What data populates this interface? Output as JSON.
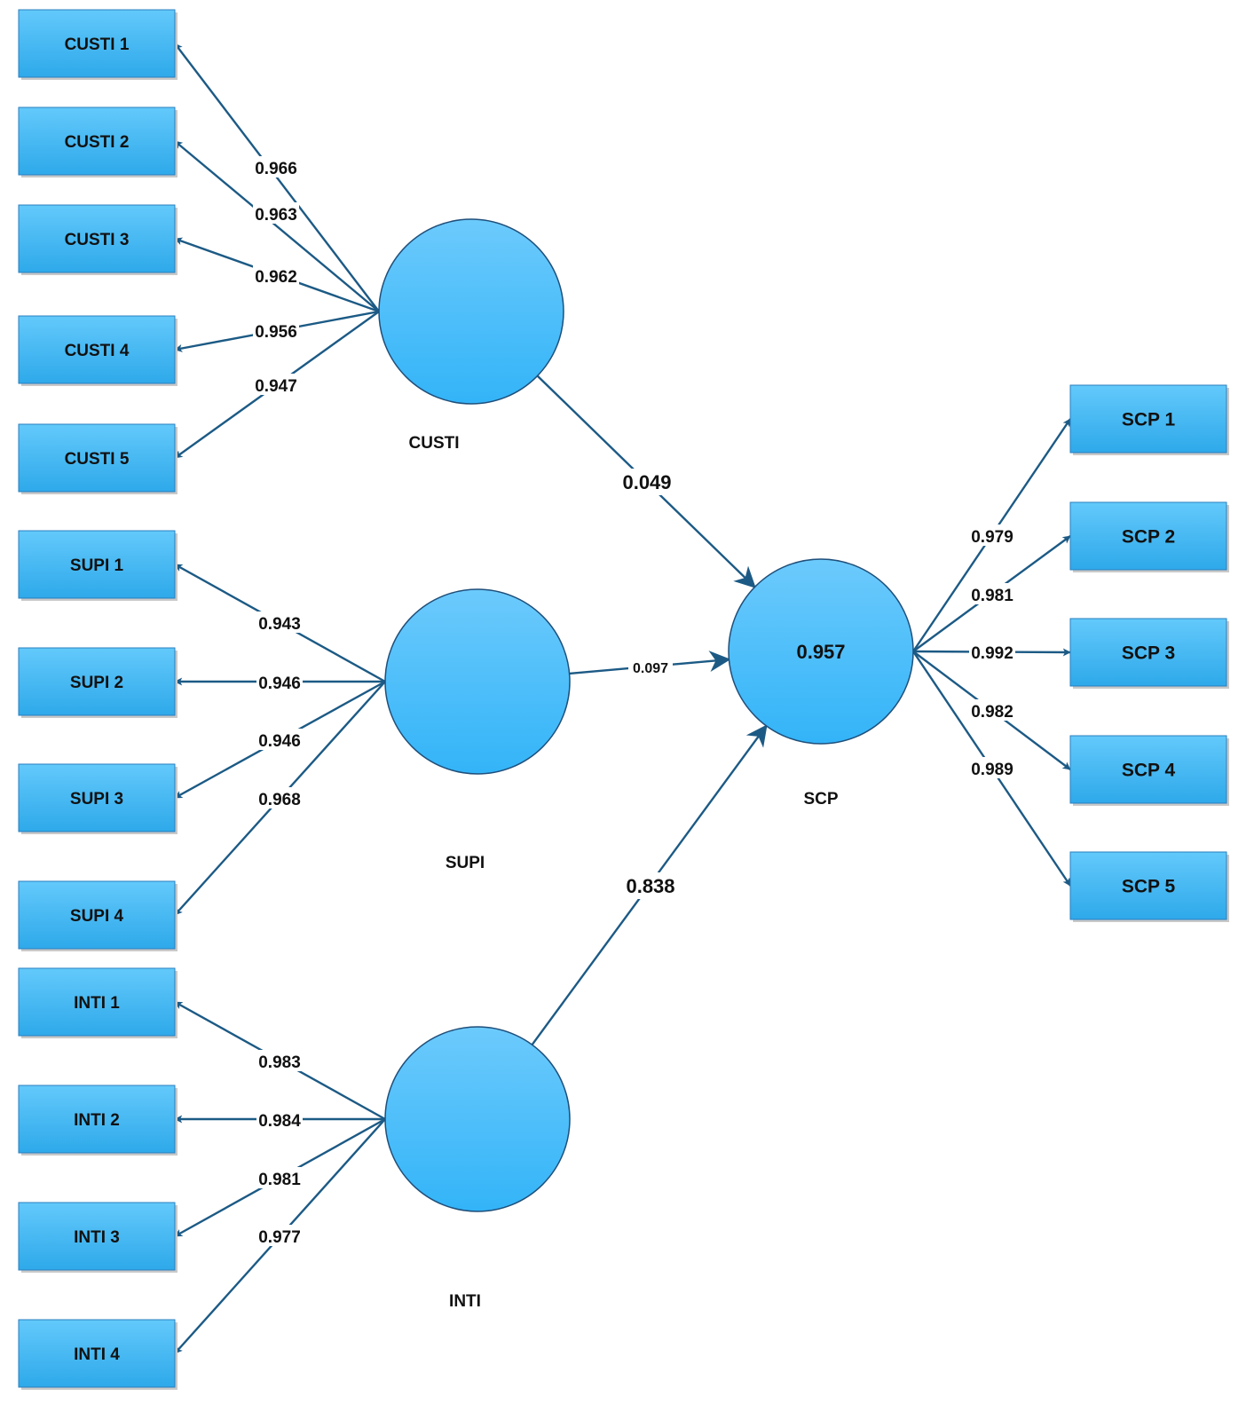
{
  "colors": {
    "indicator_fill_top": "#63c9fb",
    "indicator_fill_bottom": "#2ea9ea",
    "latent_fill_top": "#6ccafc",
    "latent_fill_bottom": "#33b4f8",
    "arrow": "#1c5a85"
  },
  "latents": [
    {
      "id": "CUSTI",
      "name": "CUSTI",
      "r2": ""
    },
    {
      "id": "SUPI",
      "name": "SUPI",
      "r2": ""
    },
    {
      "id": "INTI",
      "name": "INTI",
      "r2": ""
    },
    {
      "id": "SCP",
      "name": "SCP",
      "r2": "0.957"
    }
  ],
  "indicators": [
    {
      "id": "CUSTI1",
      "label": "CUSTI 1",
      "latent": "CUSTI",
      "loading": "0.966"
    },
    {
      "id": "CUSTI2",
      "label": "CUSTI 2",
      "latent": "CUSTI",
      "loading": "0.963"
    },
    {
      "id": "CUSTI3",
      "label": "CUSTI 3",
      "latent": "CUSTI",
      "loading": "0.962"
    },
    {
      "id": "CUSTI4",
      "label": "CUSTI 4",
      "latent": "CUSTI",
      "loading": "0.956"
    },
    {
      "id": "CUSTI5",
      "label": "CUSTI 5",
      "latent": "CUSTI",
      "loading": "0.947"
    },
    {
      "id": "SUPI1",
      "label": "SUPI 1",
      "latent": "SUPI",
      "loading": "0.943"
    },
    {
      "id": "SUPI2",
      "label": "SUPI 2",
      "latent": "SUPI",
      "loading": "0.946"
    },
    {
      "id": "SUPI3",
      "label": "SUPI 3",
      "latent": "SUPI",
      "loading": "0.946"
    },
    {
      "id": "SUPI4",
      "label": "SUPI 4",
      "latent": "SUPI",
      "loading": "0.968"
    },
    {
      "id": "INTI1",
      "label": "INTI 1",
      "latent": "INTI",
      "loading": "0.983"
    },
    {
      "id": "INTI2",
      "label": "INTI 2",
      "latent": "INTI",
      "loading": "0.984"
    },
    {
      "id": "INTI3",
      "label": "INTI 3",
      "latent": "INTI",
      "loading": "0.981"
    },
    {
      "id": "INTI4",
      "label": "INTI 4",
      "latent": "INTI",
      "loading": "0.977"
    },
    {
      "id": "SCP1",
      "label": "SCP 1",
      "latent": "SCP",
      "loading": "0.979"
    },
    {
      "id": "SCP2",
      "label": "SCP 2",
      "latent": "SCP",
      "loading": "0.981"
    },
    {
      "id": "SCP3",
      "label": "SCP 3",
      "latent": "SCP",
      "loading": "0.992"
    },
    {
      "id": "SCP4",
      "label": "SCP 4",
      "latent": "SCP",
      "loading": "0.982"
    },
    {
      "id": "SCP5",
      "label": "SCP 5",
      "latent": "SCP",
      "loading": "0.989"
    }
  ],
  "paths": [
    {
      "from": "CUSTI",
      "to": "SCP",
      "coefficient": "0.049"
    },
    {
      "from": "SUPI",
      "to": "SCP",
      "coefficient": "0.097"
    },
    {
      "from": "INTI",
      "to": "SCP",
      "coefficient": "0.838"
    }
  ]
}
